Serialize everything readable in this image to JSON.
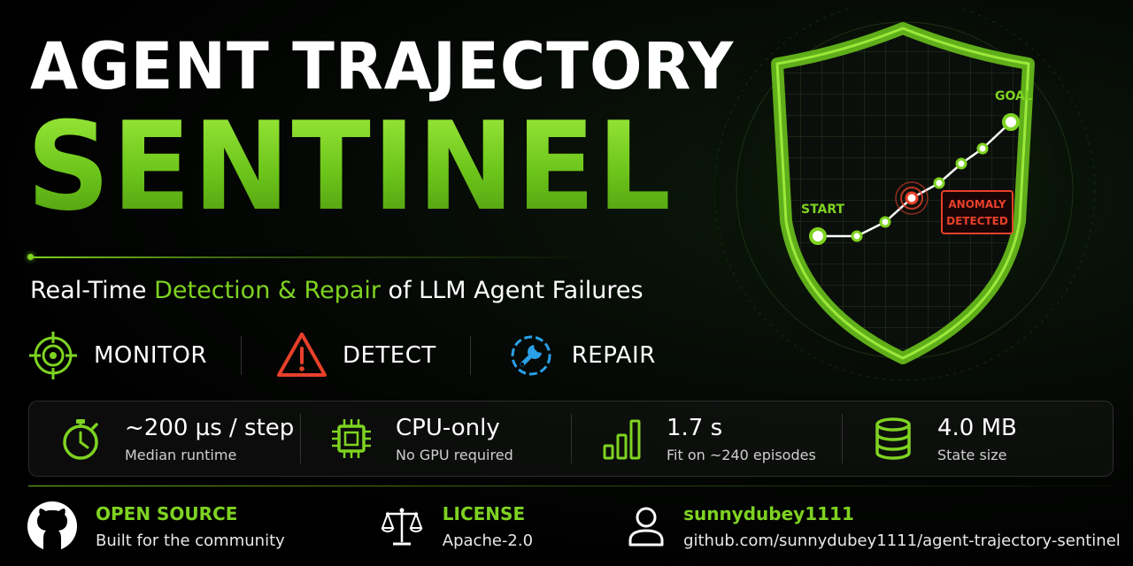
{
  "title": {
    "line1": "AGENT TRAJECTORY",
    "line2": "SENTINEL"
  },
  "subtitle": {
    "part1": "Real-Time ",
    "highlight": "Detection & Repair",
    "part2": " of LLM Agent Failures"
  },
  "features": [
    {
      "label": "MONITOR",
      "icon": "crosshair-target-icon",
      "color": "#7ed321"
    },
    {
      "label": "DETECT",
      "icon": "warning-triangle-icon",
      "color": "#e8402a"
    },
    {
      "label": "REPAIR",
      "icon": "wrench-gear-icon",
      "color": "#2aa0e8"
    }
  ],
  "stats": [
    {
      "value": "~200 µs / step",
      "label": "Median runtime",
      "icon": "stopwatch-icon"
    },
    {
      "value": "CPU-only",
      "label": "No GPU required",
      "icon": "cpu-chip-icon"
    },
    {
      "value": "1.7 s",
      "label": "Fit on ~240 episodes",
      "icon": "bar-chart-icon"
    },
    {
      "value": "4.0 MB",
      "label": "State size",
      "icon": "database-icon"
    }
  ],
  "footer": {
    "open_source": {
      "heading": "OPEN SOURCE",
      "text": "Built for the community",
      "icon": "github-icon"
    },
    "license": {
      "heading": "LICENSE",
      "text": "Apache-2.0",
      "icon": "scales-icon"
    },
    "author": {
      "heading": "sunnydubey1111",
      "text": "github.com/sunnydubey1111/agent-trajectory-sentinel",
      "icon": "user-icon"
    }
  },
  "shield": {
    "start_label": "START",
    "goal_label": "GOAL",
    "anomaly_line1": "ANOMALY",
    "anomaly_line2": "DETECTED"
  },
  "colors": {
    "accent": "#7ed321",
    "danger": "#e8402a",
    "info": "#2aa0e8",
    "background": "#000000"
  }
}
